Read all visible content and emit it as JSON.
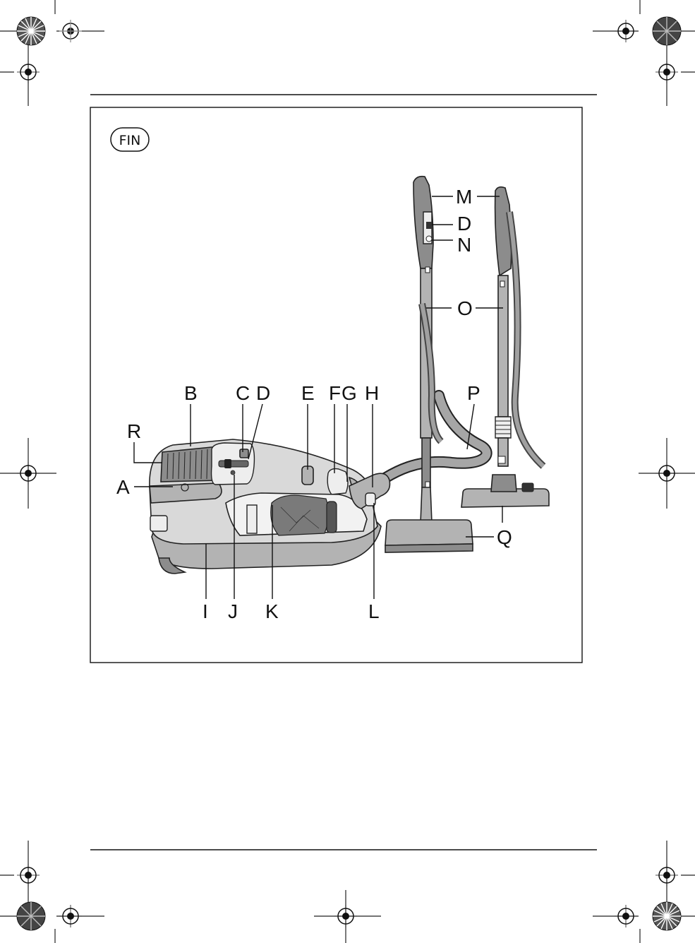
{
  "badge": {
    "text": "FIN"
  },
  "labels": {
    "A": "A",
    "B": "B",
    "C": "C",
    "D": "D",
    "E": "E",
    "F": "F",
    "G": "G",
    "H": "H",
    "I": "I",
    "J": "J",
    "K": "K",
    "L": "L",
    "M": "M",
    "D2": "D",
    "N": "N",
    "O": "O",
    "P": "P",
    "Q": "Q",
    "R": "R"
  },
  "colors": {
    "line": "#111111",
    "body": "#d9d9d9",
    "dark": "#8c8c8c",
    "mid": "#b3b3b3"
  }
}
